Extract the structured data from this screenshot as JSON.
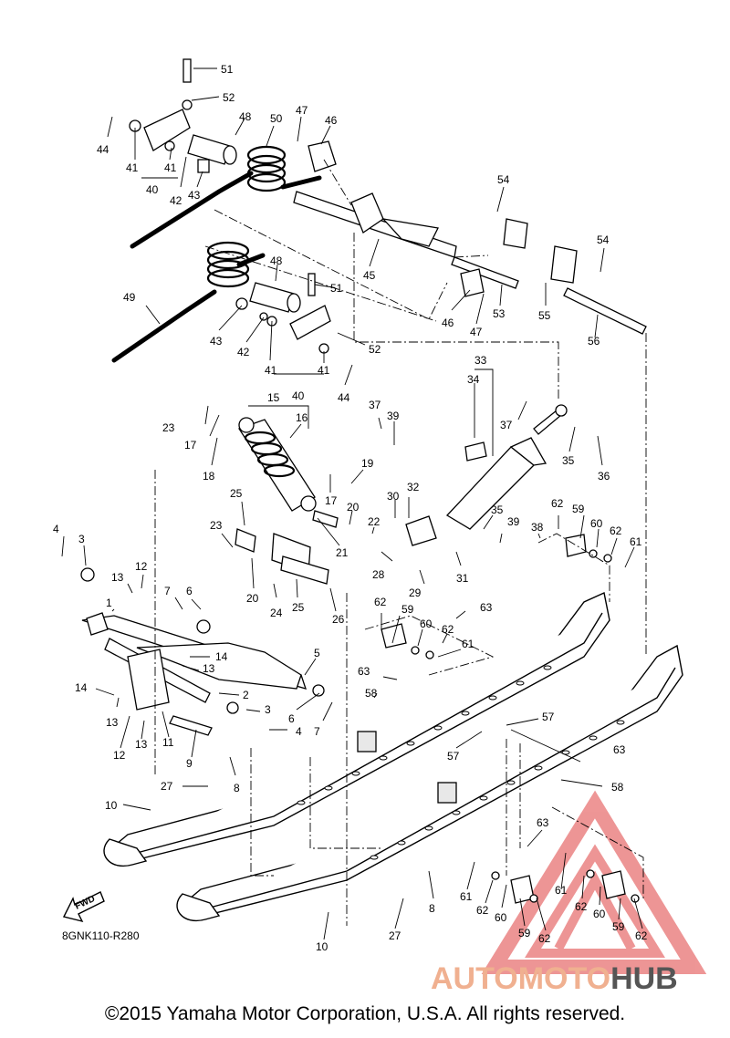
{
  "diagram": {
    "doc_code": "8GNK110-R280",
    "fwd_label": "FWD",
    "copyright": "©2015 Yamaha Motor Corporation, U.S.A. All rights reserved."
  },
  "watermark": {
    "text_part1": "AUTOMOTO",
    "text_part2": "HUB",
    "color_primary": "#f0b090",
    "color_secondary": "#444444",
    "triangle_color": "#e04040"
  },
  "callouts": [
    {
      "id": "c51a",
      "label": "51"
    },
    {
      "id": "c52a",
      "label": "52"
    },
    {
      "id": "c44a",
      "label": "44"
    },
    {
      "id": "c41a",
      "label": "41"
    },
    {
      "id": "c41b",
      "label": "41"
    },
    {
      "id": "c40a",
      "label": "40"
    },
    {
      "id": "c42a",
      "label": "42"
    },
    {
      "id": "c43a",
      "label": "43"
    },
    {
      "id": "c48a",
      "label": "48"
    },
    {
      "id": "c50",
      "label": "50"
    },
    {
      "id": "c47a",
      "label": "47"
    },
    {
      "id": "c46a",
      "label": "46"
    },
    {
      "id": "c54a",
      "label": "54"
    },
    {
      "id": "c54b",
      "label": "54"
    },
    {
      "id": "c45",
      "label": "45"
    },
    {
      "id": "c46b",
      "label": "46"
    },
    {
      "id": "c53",
      "label": "53"
    },
    {
      "id": "c55",
      "label": "55"
    },
    {
      "id": "c47b",
      "label": "47"
    },
    {
      "id": "c56",
      "label": "56"
    },
    {
      "id": "c48b",
      "label": "48"
    },
    {
      "id": "c51b",
      "label": "51"
    },
    {
      "id": "c49",
      "label": "49"
    },
    {
      "id": "c43b",
      "label": "43"
    },
    {
      "id": "c42b",
      "label": "42"
    },
    {
      "id": "c41c",
      "label": "41"
    },
    {
      "id": "c41d",
      "label": "41"
    },
    {
      "id": "c40b",
      "label": "40"
    },
    {
      "id": "c52b",
      "label": "52"
    },
    {
      "id": "c44b",
      "label": "44"
    },
    {
      "id": "c33",
      "label": "33"
    },
    {
      "id": "c34",
      "label": "34"
    },
    {
      "id": "c15",
      "label": "15"
    },
    {
      "id": "c16",
      "label": "16"
    },
    {
      "id": "c37a",
      "label": "37"
    },
    {
      "id": "c39a",
      "label": "39"
    },
    {
      "id": "c37b",
      "label": "37"
    },
    {
      "id": "c23a",
      "label": "23"
    },
    {
      "id": "c17a",
      "label": "17"
    },
    {
      "id": "c18",
      "label": "18"
    },
    {
      "id": "c35a",
      "label": "35"
    },
    {
      "id": "c36",
      "label": "36"
    },
    {
      "id": "c19",
      "label": "19"
    },
    {
      "id": "c17b",
      "label": "17"
    },
    {
      "id": "c32",
      "label": "32"
    },
    {
      "id": "c30",
      "label": "30"
    },
    {
      "id": "c25a",
      "label": "25"
    },
    {
      "id": "c20a",
      "label": "20"
    },
    {
      "id": "c22",
      "label": "22"
    },
    {
      "id": "c35b",
      "label": "35"
    },
    {
      "id": "c62a",
      "label": "62"
    },
    {
      "id": "c59a",
      "label": "59"
    },
    {
      "id": "c23b",
      "label": "23"
    },
    {
      "id": "c21",
      "label": "21"
    },
    {
      "id": "c39b",
      "label": "39"
    },
    {
      "id": "c60a",
      "label": "60"
    },
    {
      "id": "c38",
      "label": "38"
    },
    {
      "id": "c62b",
      "label": "62"
    },
    {
      "id": "c61a",
      "label": "61"
    },
    {
      "id": "c4a",
      "label": "4"
    },
    {
      "id": "c3a",
      "label": "3"
    },
    {
      "id": "c20b",
      "label": "20"
    },
    {
      "id": "c28",
      "label": "28"
    },
    {
      "id": "c31",
      "label": "31"
    },
    {
      "id": "c12a",
      "label": "12"
    },
    {
      "id": "c24",
      "label": "24"
    },
    {
      "id": "c29",
      "label": "29"
    },
    {
      "id": "c13a",
      "label": "13"
    },
    {
      "id": "c25b",
      "label": "25"
    },
    {
      "id": "c26",
      "label": "26"
    },
    {
      "id": "c7a",
      "label": "7"
    },
    {
      "id": "c6a",
      "label": "6"
    },
    {
      "id": "c62c",
      "label": "62"
    },
    {
      "id": "c59b",
      "label": "59"
    },
    {
      "id": "c63a",
      "label": "63"
    },
    {
      "id": "c1",
      "label": "1"
    },
    {
      "id": "c60b",
      "label": "60"
    },
    {
      "id": "c62d",
      "label": "62"
    },
    {
      "id": "c14a",
      "label": "14"
    },
    {
      "id": "c61b",
      "label": "61"
    },
    {
      "id": "c13b",
      "label": "13"
    },
    {
      "id": "c5",
      "label": "5"
    },
    {
      "id": "c14b",
      "label": "14"
    },
    {
      "id": "c63b",
      "label": "63"
    },
    {
      "id": "c2",
      "label": "2"
    },
    {
      "id": "c58a",
      "label": "58"
    },
    {
      "id": "c13c",
      "label": "13"
    },
    {
      "id": "c3b",
      "label": "3"
    },
    {
      "id": "c6b",
      "label": "6"
    },
    {
      "id": "c57a",
      "label": "57"
    },
    {
      "id": "c4b",
      "label": "4"
    },
    {
      "id": "c7b",
      "label": "7"
    },
    {
      "id": "c12b",
      "label": "12"
    },
    {
      "id": "c13d",
      "label": "13"
    },
    {
      "id": "c11",
      "label": "11"
    },
    {
      "id": "c57b",
      "label": "57"
    },
    {
      "id": "c9",
      "label": "9"
    },
    {
      "id": "c63c",
      "label": "63"
    },
    {
      "id": "c8a",
      "label": "8"
    },
    {
      "id": "c27a",
      "label": "27"
    },
    {
      "id": "c58b",
      "label": "58"
    },
    {
      "id": "c10a",
      "label": "10"
    },
    {
      "id": "c63d",
      "label": "63"
    },
    {
      "id": "c61c",
      "label": "61"
    },
    {
      "id": "c61d",
      "label": "61"
    },
    {
      "id": "c62e",
      "label": "62"
    },
    {
      "id": "c8b",
      "label": "8"
    },
    {
      "id": "c62f",
      "label": "62"
    },
    {
      "id": "c60c",
      "label": "60"
    },
    {
      "id": "c60d",
      "label": "60"
    },
    {
      "id": "c59c",
      "label": "59"
    },
    {
      "id": "c62g",
      "label": "62"
    },
    {
      "id": "c59d",
      "label": "59"
    },
    {
      "id": "c62h",
      "label": "62"
    },
    {
      "id": "c27b",
      "label": "27"
    },
    {
      "id": "c10b",
      "label": "10"
    }
  ]
}
